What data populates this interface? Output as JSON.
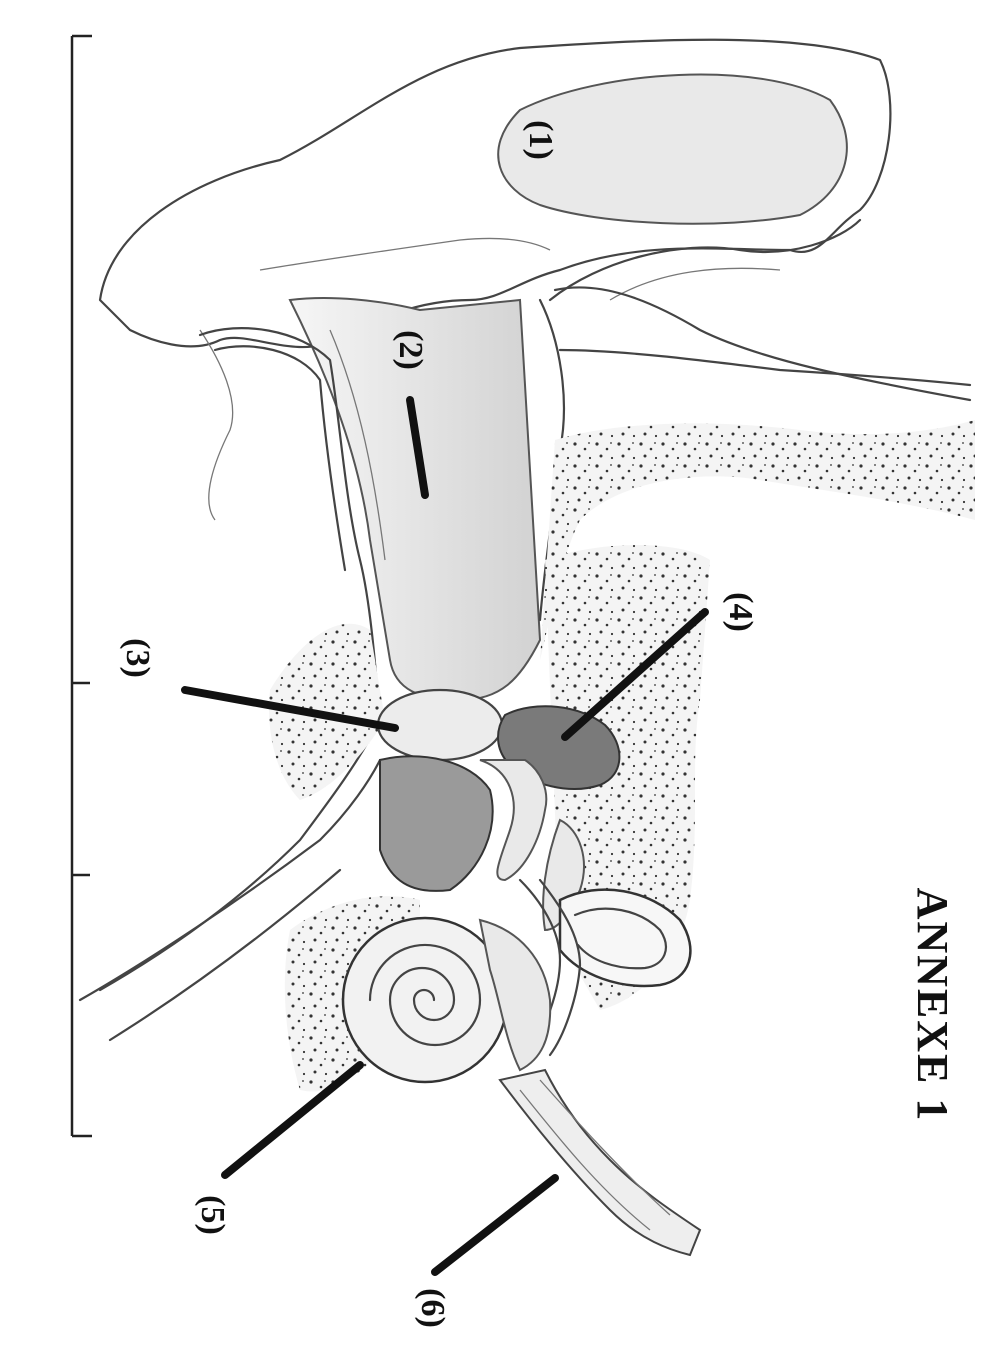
{
  "title": "ANNEXE 1",
  "labels": [
    "(1)",
    "(2)",
    "(3)",
    "(4)",
    "(5)",
    "(6)"
  ],
  "colors": {
    "ink": "#111111",
    "paper": "#ffffff",
    "shade": "#e9e9e9"
  }
}
